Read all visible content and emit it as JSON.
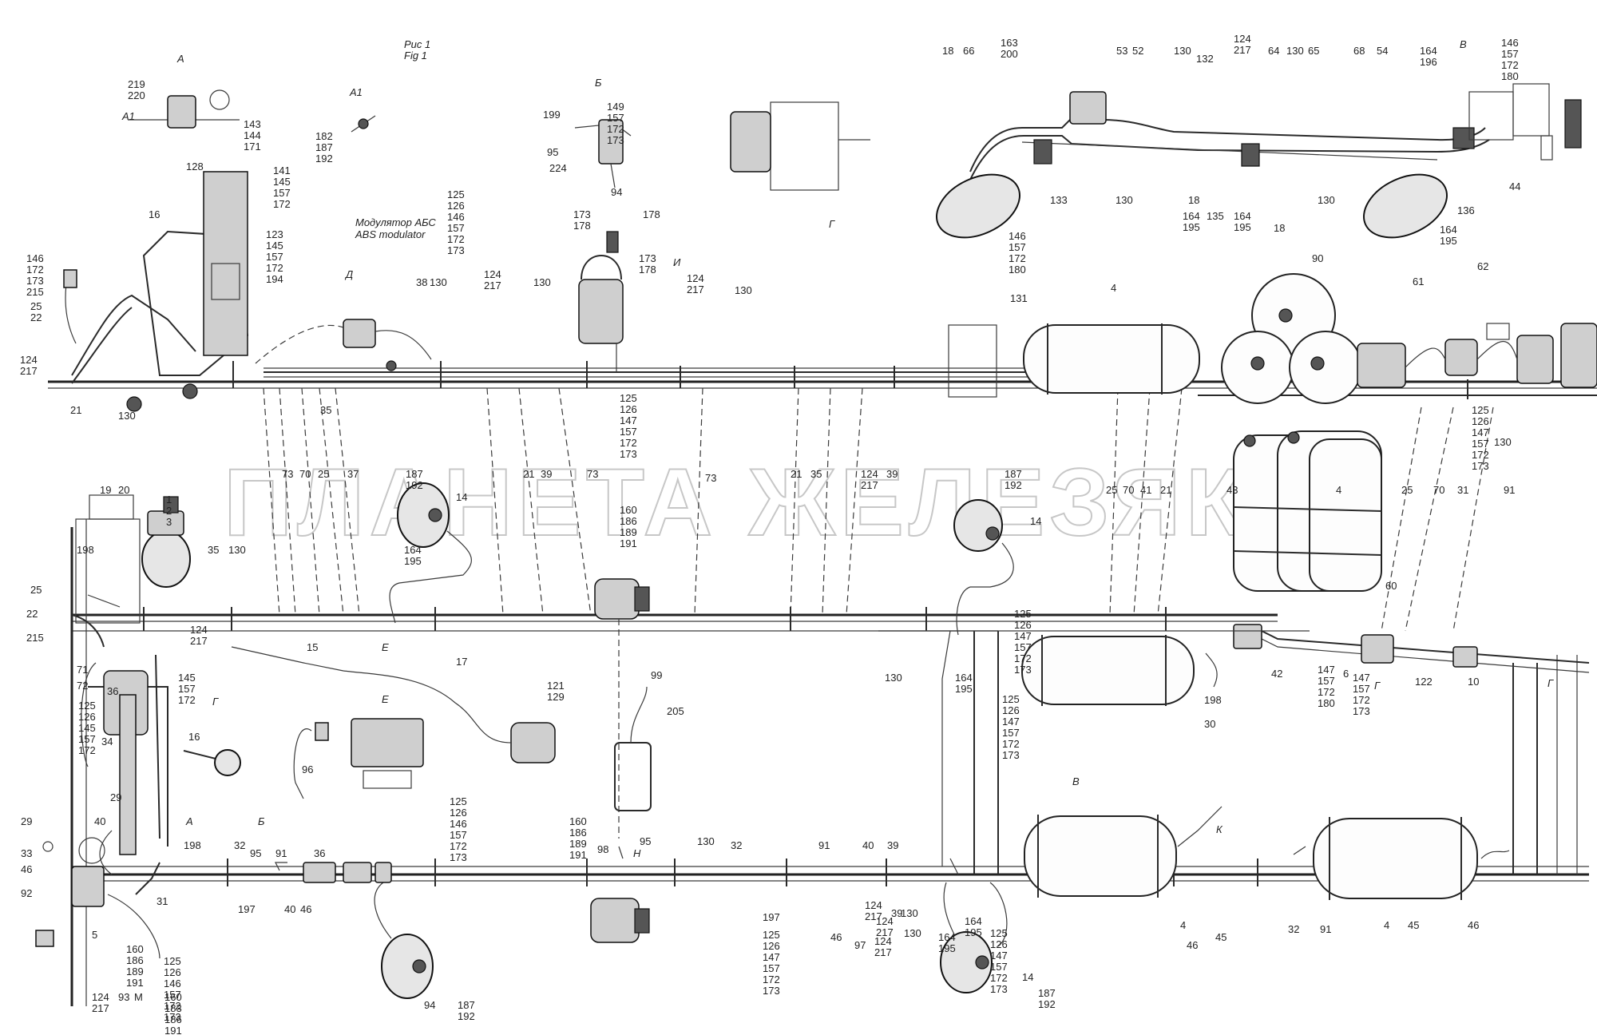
{
  "figure": {
    "fig_label_ru": "Рис 1",
    "fig_label_en": "Fig 1",
    "view_markers": [
      "А",
      "А1",
      "Б",
      "В",
      "Г",
      "Д",
      "Е",
      "И",
      "К",
      "М",
      "Н"
    ],
    "abs_modulator_ru": "Модулятор АБС",
    "abs_modulator_en": "ABS modulator"
  },
  "watermark": "ПЛАНЕТА ЖЕЛЕЗЯКА",
  "labels": [
    {
      "t": "А"
    },
    {
      "t": "Рис 1"
    },
    {
      "t": "Fig 1"
    },
    {
      "t": "Б"
    },
    {
      "t": "А1"
    },
    {
      "t": "219\n220"
    },
    {
      "t": "А1"
    },
    {
      "t": "143\n144\n171"
    },
    {
      "t": "182\n187\n192"
    },
    {
      "t": "199"
    },
    {
      "t": "149\n157\n172\n173"
    },
    {
      "t": "95"
    },
    {
      "t": "224"
    },
    {
      "t": "94"
    },
    {
      "t": "141\n145\n157\n172"
    },
    {
      "t": "128"
    },
    {
      "t": "16"
    },
    {
      "t": "123\n145\n157\n172\n194"
    },
    {
      "t": "125\n126\n146\n157\n172\n173"
    },
    {
      "t": "173\n178"
    },
    {
      "t": "178"
    },
    {
      "t": "173\n178"
    },
    {
      "t": "146\n172\n173\n215"
    },
    {
      "t": "25\n22"
    },
    {
      "t": "124\n217"
    },
    {
      "t": "21"
    },
    {
      "t": "130"
    },
    {
      "t": "Д"
    },
    {
      "t": "38"
    },
    {
      "t": "130"
    },
    {
      "t": "124\n217"
    },
    {
      "t": "130"
    },
    {
      "t": "И"
    },
    {
      "t": "124\n217"
    },
    {
      "t": "130"
    },
    {
      "t": "35"
    },
    {
      "t": "125\n126\n147\n157\n172\n173"
    },
    {
      "t": "73"
    },
    {
      "t": "70"
    },
    {
      "t": "25"
    },
    {
      "t": "37"
    },
    {
      "t": "21"
    },
    {
      "t": "39"
    },
    {
      "t": "73"
    },
    {
      "t": "73"
    },
    {
      "t": "21"
    },
    {
      "t": "35"
    },
    {
      "t": "124\n217"
    },
    {
      "t": "39"
    },
    {
      "t": "187\n192"
    },
    {
      "t": "14"
    },
    {
      "t": "187\n192"
    },
    {
      "t": "14"
    },
    {
      "t": "160\n186\n189\n191"
    },
    {
      "t": "18"
    },
    {
      "t": "66"
    },
    {
      "t": "163\n200"
    },
    {
      "t": "53"
    },
    {
      "t": "52"
    },
    {
      "t": "130"
    },
    {
      "t": "132"
    },
    {
      "t": "124\n217"
    },
    {
      "t": "64"
    },
    {
      "t": "130"
    },
    {
      "t": "65"
    },
    {
      "t": "68"
    },
    {
      "t": "54"
    },
    {
      "t": "164\n196"
    },
    {
      "t": "В"
    },
    {
      "t": "146\n157\n172\n180"
    },
    {
      "t": "44"
    },
    {
      "t": "133"
    },
    {
      "t": "130"
    },
    {
      "t": "18"
    },
    {
      "t": "164\n195"
    },
    {
      "t": "135"
    },
    {
      "t": "164\n195"
    },
    {
      "t": "18"
    },
    {
      "t": "130"
    },
    {
      "t": "136"
    },
    {
      "t": "164\n195"
    },
    {
      "t": "Г"
    },
    {
      "t": "146\n157\n172\n180"
    },
    {
      "t": "131"
    },
    {
      "t": "4"
    },
    {
      "t": "90"
    },
    {
      "t": "61"
    },
    {
      "t": "62"
    },
    {
      "t": "130"
    },
    {
      "t": "125\n126\n147\n157\n172\n173"
    },
    {
      "t": "91"
    },
    {
      "t": "31"
    },
    {
      "t": "70"
    },
    {
      "t": "25"
    },
    {
      "t": "25"
    },
    {
      "t": "70"
    },
    {
      "t": "41"
    },
    {
      "t": "21"
    },
    {
      "t": "43"
    },
    {
      "t": "4"
    },
    {
      "t": "19"
    },
    {
      "t": "20"
    },
    {
      "t": "1\n2\n3"
    },
    {
      "t": "198"
    },
    {
      "t": "25"
    },
    {
      "t": "22"
    },
    {
      "t": "215"
    },
    {
      "t": "35"
    },
    {
      "t": "130"
    },
    {
      "t": "124\n217"
    },
    {
      "t": "71"
    },
    {
      "t": "72"
    },
    {
      "t": "15"
    },
    {
      "t": "Е"
    },
    {
      "t": "17"
    },
    {
      "t": "164\n195"
    },
    {
      "t": "145\n157\n172"
    },
    {
      "t": "Г"
    },
    {
      "t": "36"
    },
    {
      "t": "16"
    },
    {
      "t": "125\n126\n145\n157\n172"
    },
    {
      "t": "34"
    },
    {
      "t": "125\n126\n147\n157\n172\n173"
    },
    {
      "t": "130"
    },
    {
      "t": "164\n195"
    },
    {
      "t": "125\n126\n147\n157\n172\n173"
    },
    {
      "t": "121\n129"
    },
    {
      "t": "99"
    },
    {
      "t": "205"
    },
    {
      "t": "Е"
    },
    {
      "t": "96"
    },
    {
      "t": "60"
    },
    {
      "t": "42"
    },
    {
      "t": "198"
    },
    {
      "t": "30"
    },
    {
      "t": "6"
    },
    {
      "t": "147\n157\n172\n180"
    },
    {
      "t": "147\n157\n172\n173"
    },
    {
      "t": "Г"
    },
    {
      "t": "122"
    },
    {
      "t": "10"
    },
    {
      "t": "Г"
    },
    {
      "t": "В"
    },
    {
      "t": "29"
    },
    {
      "t": "40"
    },
    {
      "t": "29"
    },
    {
      "t": "33"
    },
    {
      "t": "46"
    },
    {
      "t": "92"
    },
    {
      "t": "5"
    },
    {
      "t": "А"
    },
    {
      "t": "Б"
    },
    {
      "t": "198"
    },
    {
      "t": "32"
    },
    {
      "t": "95"
    },
    {
      "t": "91"
    },
    {
      "t": "36"
    },
    {
      "t": "197"
    },
    {
      "t": "40"
    },
    {
      "t": "46"
    },
    {
      "t": "125\n126\n146\n157\n172\n173"
    },
    {
      "t": "160\n186\n189\n191"
    },
    {
      "t": "98"
    },
    {
      "t": "Н"
    },
    {
      "t": "95"
    },
    {
      "t": "130"
    },
    {
      "t": "32"
    },
    {
      "t": "91"
    },
    {
      "t": "40"
    },
    {
      "t": "39"
    },
    {
      "t": "164\n195"
    },
    {
      "t": "124\n217"
    },
    {
      "t": "39"
    },
    {
      "t": "130"
    },
    {
      "t": "124\n217"
    },
    {
      "t": "197"
    },
    {
      "t": "97"
    },
    {
      "t": "125\n126\n147\n157\n172\n173"
    },
    {
      "t": "46"
    },
    {
      "t": "124\n217"
    },
    {
      "t": "130"
    },
    {
      "t": "164\n195"
    },
    {
      "t": "125\n126\n147\n157\n172\n173"
    },
    {
      "t": "14"
    },
    {
      "t": "187\n192"
    },
    {
      "t": "К"
    },
    {
      "t": "4"
    },
    {
      "t": "46"
    },
    {
      "t": "45"
    },
    {
      "t": "32"
    },
    {
      "t": "91"
    },
    {
      "t": "4"
    },
    {
      "t": "45"
    },
    {
      "t": "46"
    },
    {
      "t": "31"
    },
    {
      "t": "160\n186\n189\n191"
    },
    {
      "t": "125\n126\n146\n157\n172\n173"
    },
    {
      "t": "160\n183\n186\n191"
    },
    {
      "t": "М"
    },
    {
      "t": "124\n217"
    },
    {
      "t": "93"
    },
    {
      "t": "94"
    },
    {
      "t": "187\n192"
    },
    {
      "t": "14"
    }
  ]
}
